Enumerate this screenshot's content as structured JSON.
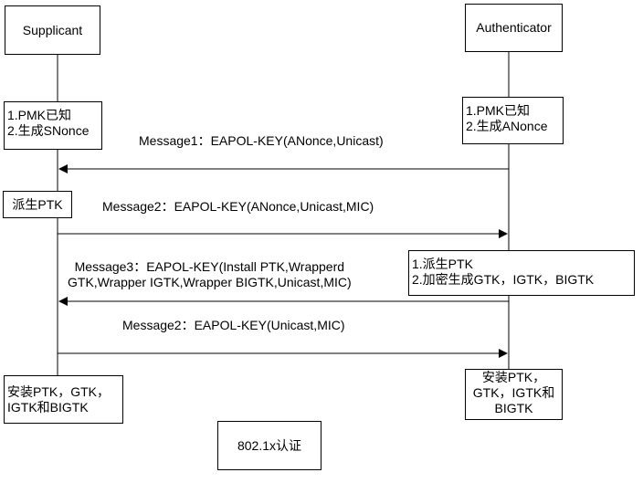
{
  "supplicant": "Supplicant",
  "authenticator": "Authenticator",
  "supp_init": [
    "1.PMK已知",
    "2.生成SNonce"
  ],
  "auth_init": [
    "1.PMK已知",
    "2.生成ANonce"
  ],
  "msg1": "Message1：EAPOL-KEY(ANonce,Unicast)",
  "supp_ptk": "派生PTK",
  "msg2": "Message2：EAPOL-KEY(ANonce,Unicast,MIC)",
  "msg3": [
    "Message3：EAPOL-KEY(Install PTK,Wrapperd",
    "GTK,Wrapper IGTK,Wrapper BIGTK,Unicast,MIC)"
  ],
  "auth_derive": [
    "1.派生PTK",
    "2.加密生成GTK，IGTK，BIGTK"
  ],
  "msg4": "Message2：EAPOL-KEY(Unicast,MIC)",
  "supp_install": [
    "安装PTK，GTK，",
    "IGTK和BIGTK"
  ],
  "auth_install": [
    "安装PTK，",
    "GTK，IGTK和",
    "BIGTK"
  ],
  "caption": "802.1x认证"
}
